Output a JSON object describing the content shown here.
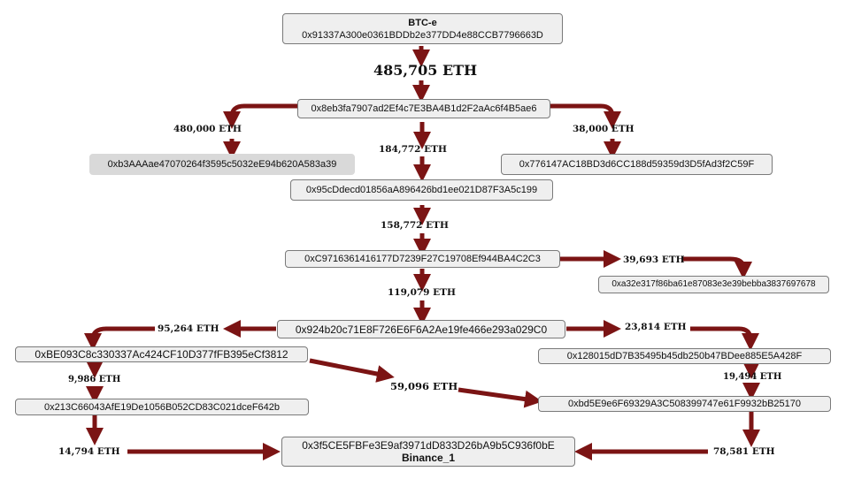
{
  "colors": {
    "arrow": "#7b1414",
    "node_fill": "#efefef",
    "node_border": "#7a7a7a"
  },
  "nodes": {
    "btce": {
      "title": "BTC-e",
      "address": "0x91337A300e0361BDDb2e377DD4e88CCB7796663D"
    },
    "n2": {
      "address": "0x8eb3fa7907ad2Ef4c7E3BA4B1d2F2aAc6f4B5ae6"
    },
    "n_left": {
      "address": "0xb3AAAae47070264f3595c5032eE94b620A583a39"
    },
    "n_right": {
      "address": "0x776147AC18BD3d6CC188d59359d3D5fAd3f2C59F"
    },
    "n3": {
      "address": "0x95cDdecd01856aA896426bd1ee021D87F3A5c199"
    },
    "n4": {
      "address": "0xC9716361416177D7239F27C19708Ef944BA4C2C3"
    },
    "n4_right": {
      "address": "0xa32e317f86ba61e87083e3e39bebba3837697678"
    },
    "n5": {
      "address": "0x924b20c71E8F726E6F6A2Ae19fe466e293a029C0"
    },
    "n6_left": {
      "address": "0xBE093C8c330337Ac424CF10D377fFB395eCf3812"
    },
    "n6_right": {
      "address": "0x128015dD7B35495b45db250b47BDee885E5A428F"
    },
    "n7_left": {
      "address": "0x213C66043AfE19De1056B052CD83C021dceF642b"
    },
    "n7_right": {
      "address": "0xbd5E9e6F69329A3C508399747e61F9932bB25170"
    },
    "binance": {
      "address": "0x3f5CE5FBFe3E9af3971dD833D26bA9b5C936f0bE",
      "title": "Binance_1"
    }
  },
  "amounts": {
    "a_main": "485,705 ETH",
    "a_480": "480,000 ETH",
    "a_38": "38,000 ETH",
    "a_184": "184,772 ETH",
    "a_158": "158,772 ETH",
    "a_39": "39,693 ETH",
    "a_119": "119,079 ETH",
    "a_95": "95,264 ETH",
    "a_23": "23,814 ETH",
    "a_9": "9,986 ETH",
    "a_59": "59,096 ETH",
    "a_19": "19,494 ETH",
    "a_14": "14,794 ETH",
    "a_78": "78,581 ETH"
  }
}
